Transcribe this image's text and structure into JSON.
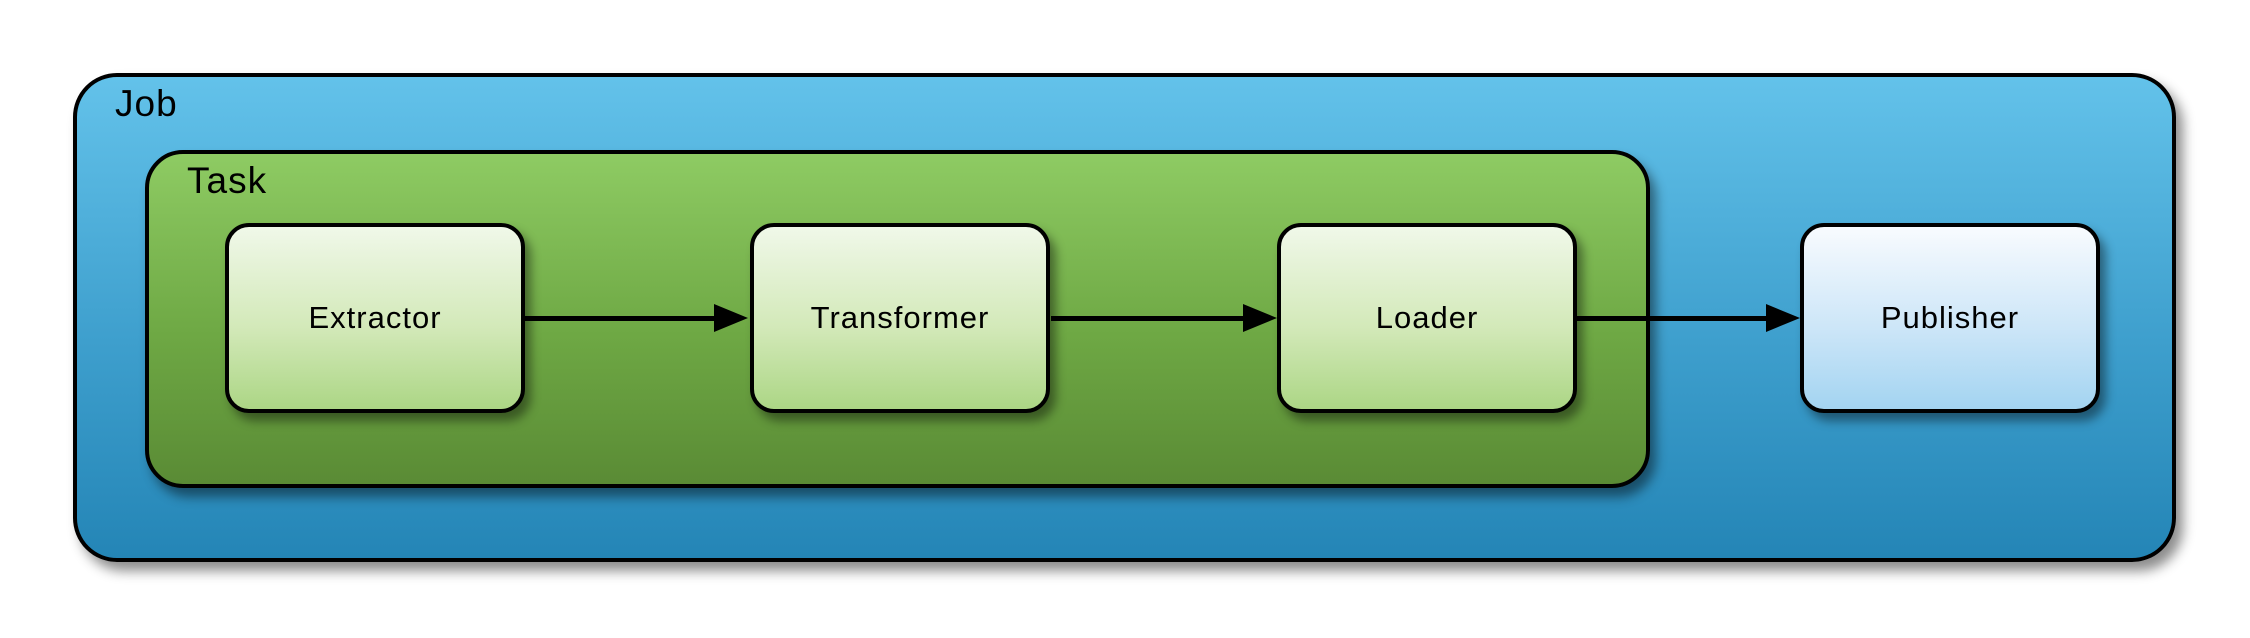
{
  "diagram": {
    "type": "flow-diagram",
    "job": {
      "label": "Job",
      "fill_top": "#63c2ea",
      "fill_bottom": "#2485b6"
    },
    "task": {
      "label": "Task",
      "parent": "Job",
      "fill_top": "#8ecb63",
      "fill_bottom": "#5a8b35"
    },
    "nodes": [
      {
        "id": "extractor",
        "label": "Extractor",
        "container": "Task",
        "fill_top": "#f0f8e9",
        "fill_bottom": "#acd685"
      },
      {
        "id": "transformer",
        "label": "Transformer",
        "container": "Task",
        "fill_top": "#f0f8e9",
        "fill_bottom": "#acd685"
      },
      {
        "id": "loader",
        "label": "Loader",
        "container": "Task",
        "fill_top": "#f0f8e9",
        "fill_bottom": "#acd685"
      },
      {
        "id": "publisher",
        "label": "Publisher",
        "container": "Job",
        "fill_top": "#f8fbfe",
        "fill_bottom": "#a3d4f1"
      }
    ],
    "edges": [
      {
        "from": "Extractor",
        "to": "Transformer"
      },
      {
        "from": "Transformer",
        "to": "Loader"
      },
      {
        "from": "Loader",
        "to": "Publisher"
      }
    ],
    "colors": {
      "border": "#000000",
      "text": "#000000",
      "background": "#ffffff",
      "arrow": "#000000"
    }
  }
}
